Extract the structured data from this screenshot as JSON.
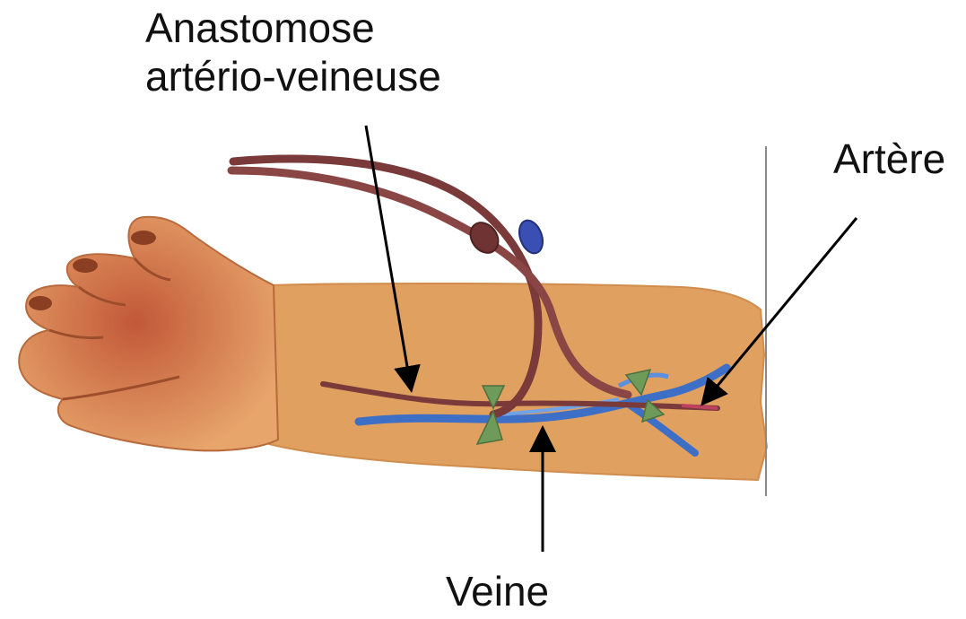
{
  "labels": {
    "anastomosis_line1": "Anastomose",
    "anastomosis_line2": "artério-veineuse",
    "artery": "Artère",
    "vein": "Veine"
  },
  "colors": {
    "skin": "#E0A060",
    "skin_shadow": "#C4713F",
    "hand": "#E7A46B",
    "artery_tube": "#7A3A3A",
    "vein": "#3E6FC7",
    "vein_light": "#6FA2E8",
    "clamp_green": "#6E9A5A",
    "clamp_blue": "#3A4FB3",
    "arrow": "#000000"
  }
}
